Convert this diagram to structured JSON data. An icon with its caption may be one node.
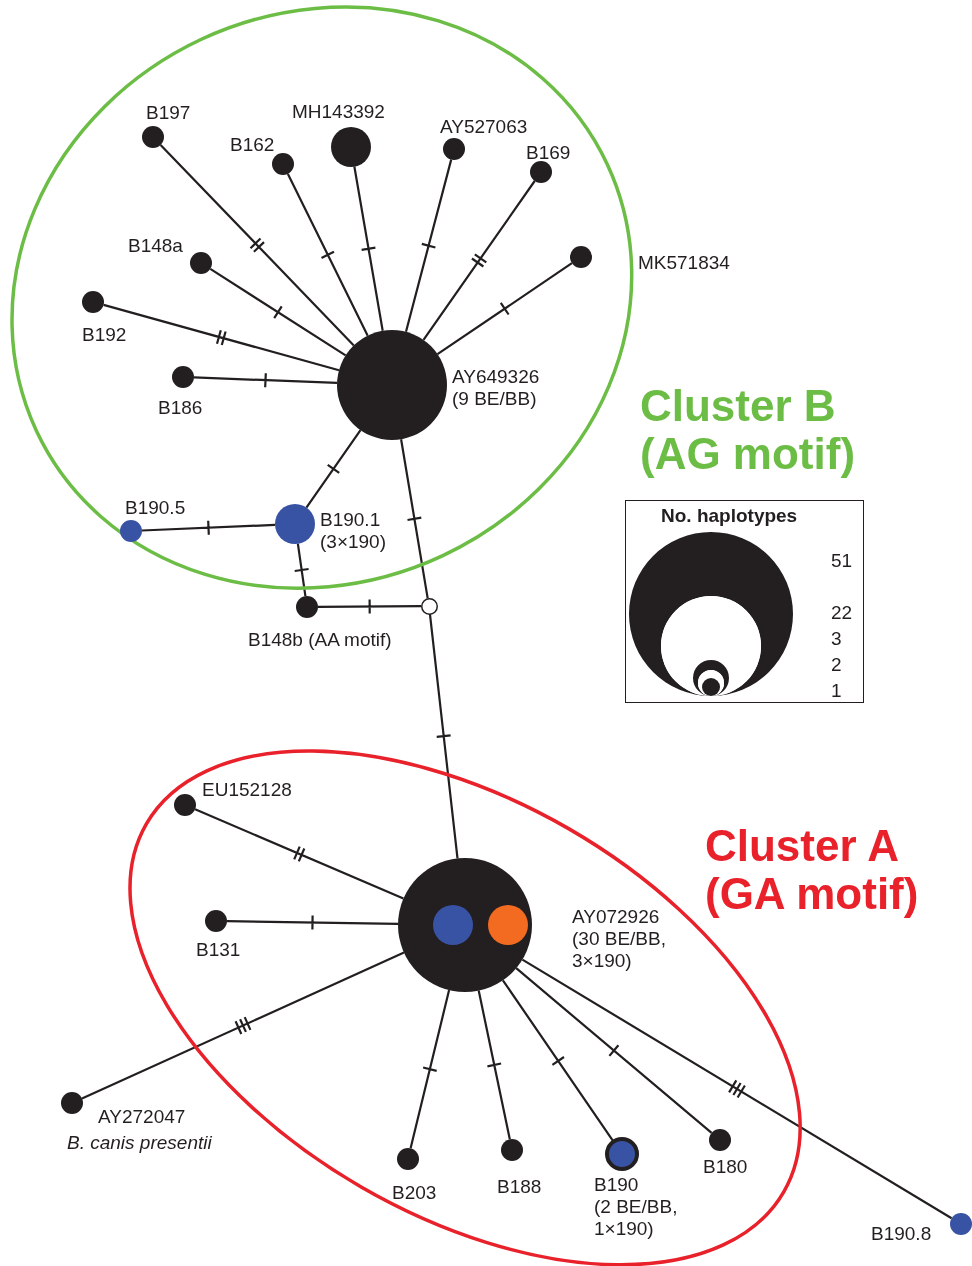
{
  "diagram": {
    "nodes": [
      {
        "text": [
          "Cluster B (AG motif)"
        ]
      },
      {
        "text": [
          "B197"
        ],
        "in": 0
      },
      {
        "text": [
          "B162"
        ],
        "in": 0
      },
      {
        "text": [
          "MH143392"
        ],
        "in": 0
      },
      {
        "text": [
          "AY527063"
        ],
        "in": 0
      },
      {
        "text": [
          "B169"
        ],
        "in": 0
      },
      {
        "text": [
          "B148a"
        ],
        "in": 0
      },
      {
        "text": [
          "MK571834"
        ],
        "in": 0
      },
      {
        "text": [
          "B192"
        ],
        "in": 0
      },
      {
        "text": [
          "AY649326 (9 BE/BB)"
        ],
        "in": 0
      },
      {
        "text": [
          "B186"
        ],
        "in": 0
      },
      {
        "text": [
          "B190.5"
        ],
        "in": 0
      },
      {
        "text": [
          "B190.1 (3×190)"
        ],
        "in": 0
      },
      {
        "text": [
          "B148b (AA motif)"
        ]
      },
      {
        "text": [],
        "shape": "circle"
      },
      {
        "text": [
          "Cluster A (GA motif)"
        ]
      },
      {
        "text": [
          "EU152128"
        ],
        "in": 15
      },
      {
        "text": [
          "AY072926 (30 BE/BB, 3×190)"
        ],
        "in": 15
      },
      {
        "text": [
          "B131"
        ],
        "in": 15
      },
      {
        "text": [
          "AY272047",
          "B. canis presentii"
        ]
      },
      {
        "text": [
          "B203"
        ],
        "in": 15
      },
      {
        "text": [
          "B188"
        ],
        "in": 15
      },
      {
        "text": [
          "B190 (2 BE/BB, 1×190)"
        ],
        "in": 15
      },
      {
        "text": [
          "B180"
        ],
        "in": 15
      },
      {
        "text": [
          "B190.8"
        ]
      }
    ],
    "edges": [
      {
        "from": 9,
        "to": 1,
        "arrow": "none"
      },
      {
        "from": 9,
        "to": 2,
        "arrow": "none"
      },
      {
        "from": 9,
        "to": 3,
        "arrow": "none"
      },
      {
        "from": 9,
        "to": 4,
        "arrow": "none"
      },
      {
        "from": 9,
        "to": 5,
        "arrow": "none"
      },
      {
        "from": 9,
        "to": 6,
        "arrow": "none"
      },
      {
        "from": 9,
        "to": 7,
        "arrow": "none"
      },
      {
        "from": 9,
        "to": 8,
        "arrow": "none"
      },
      {
        "from": 9,
        "to": 10,
        "arrow": "none"
      },
      {
        "from": 9,
        "to": 12,
        "arrow": "none"
      },
      {
        "from": 12,
        "to": 11,
        "arrow": "none"
      },
      {
        "from": 12,
        "to": 13,
        "arrow": "none"
      },
      {
        "from": 13,
        "to": 14,
        "arrow": "none"
      },
      {
        "from": 9,
        "to": 14,
        "arrow": "none"
      },
      {
        "from": 14,
        "to": 17,
        "arrow": "none"
      },
      {
        "from": 17,
        "to": 16,
        "arrow": "none"
      },
      {
        "from": 17,
        "to": 18,
        "arrow": "none"
      },
      {
        "from": 17,
        "to": 19,
        "arrow": "none"
      },
      {
        "from": 17,
        "to": 20,
        "arrow": "none"
      },
      {
        "from": 17,
        "to": 21,
        "arrow": "none"
      },
      {
        "from": 17,
        "to": 22,
        "arrow": "none"
      },
      {
        "from": 17,
        "to": 23,
        "arrow": "none"
      },
      {
        "from": 17,
        "to": 24,
        "arrow": "none"
      }
    ],
    "labels": [
      "No. haplotypes"
    ],
    "legend": [
      {
        "text": "51"
      },
      {
        "text": "22"
      },
      {
        "text": "3"
      },
      {
        "text": "2"
      },
      {
        "text": "1"
      }
    ]
  }
}
